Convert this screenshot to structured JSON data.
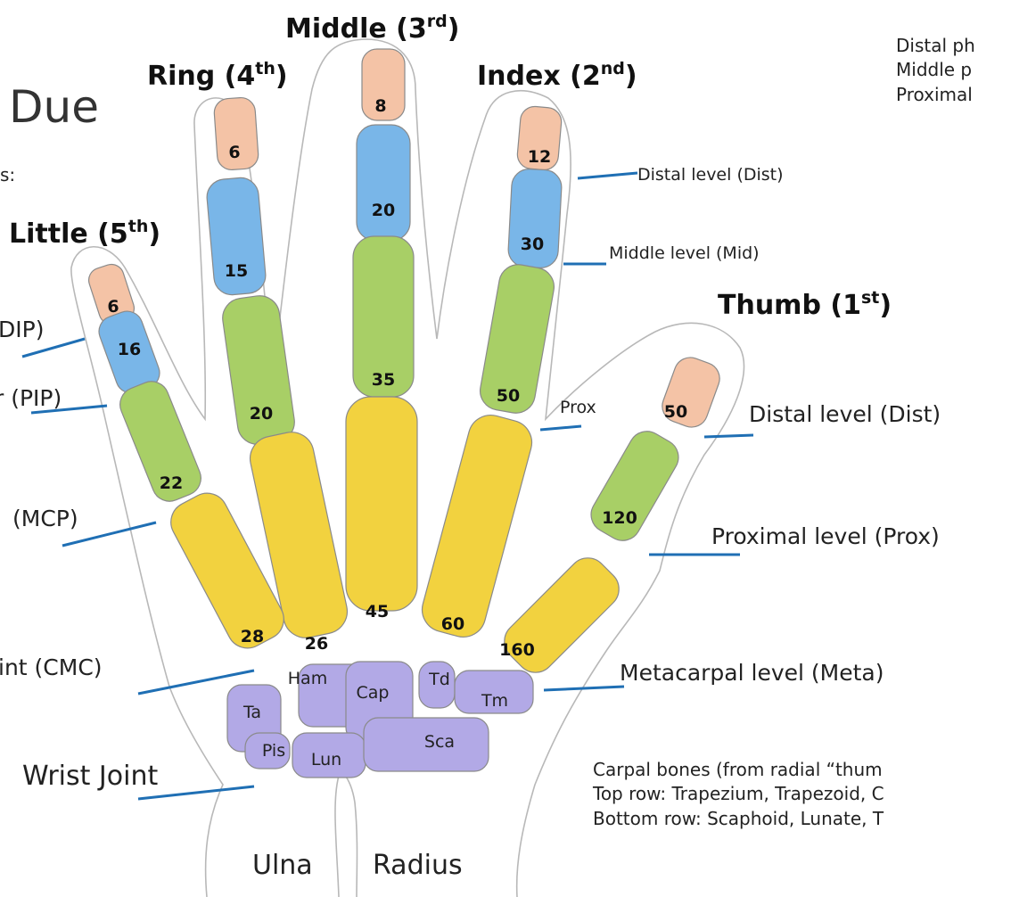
{
  "heading_fragment": "Due",
  "subheading_fragment": "s:",
  "colors": {
    "distal": "#f4c3a6",
    "middle": "#79b6e8",
    "proximal": "#a8cf66",
    "metacarpal": "#f2d23f",
    "carpal": "#b2a9e6",
    "leader": "#1f6fb4"
  },
  "fingers": {
    "thumb": {
      "name": "Thumb (1",
      "sup": "st",
      "close": ")",
      "dist": "50",
      "prox": "120",
      "meta": "160"
    },
    "index": {
      "name": "Index (2",
      "sup": "nd",
      "close": ")",
      "dist": "12",
      "mid": "30",
      "prox": "50",
      "meta": "60"
    },
    "middle": {
      "name": "Middle (3",
      "sup": "rd",
      "close": ")",
      "dist": "8",
      "mid": "20",
      "prox": "35",
      "meta": "45"
    },
    "ring": {
      "name": "Ring (4",
      "sup": "th",
      "close": ")",
      "dist": "6",
      "mid": "15",
      "prox": "20",
      "meta": "26"
    },
    "little": {
      "name": "Little (5",
      "sup": "th",
      "close": ")",
      "dist": "6",
      "mid": "16",
      "prox": "22",
      "meta": "28"
    }
  },
  "levels": {
    "index_distal": "Distal level (Dist)",
    "index_middle": "Middle level (Mid)",
    "index_prox": "Prox",
    "thumb_distal": "Distal level (Dist)",
    "thumb_prox": "Proximal level (Prox)",
    "meta": "Metacarpal level (Meta)",
    "dip": "DIP)",
    "pip": "r (PIP)",
    "mcp": "(MCP)",
    "cmc": "int (CMC)",
    "wrist": "Wrist Joint"
  },
  "forearm": {
    "ulna": "Ulna",
    "radius": "Radius"
  },
  "carpals": {
    "ham": "Ham",
    "cap": "Cap",
    "td": "Td",
    "tm": "Tm",
    "ta": "Ta",
    "pis": "Pis",
    "lun": "Lun",
    "sca": "Sca"
  },
  "notes_top": [
    "Distal ph",
    "Middle p",
    "Proximal"
  ],
  "notes_bottom": [
    "Carpal bones (from radial “thum",
    "Top row: Trapezium, Trapezoid, C",
    "Bottom row: Scaphoid, Lunate, T"
  ]
}
